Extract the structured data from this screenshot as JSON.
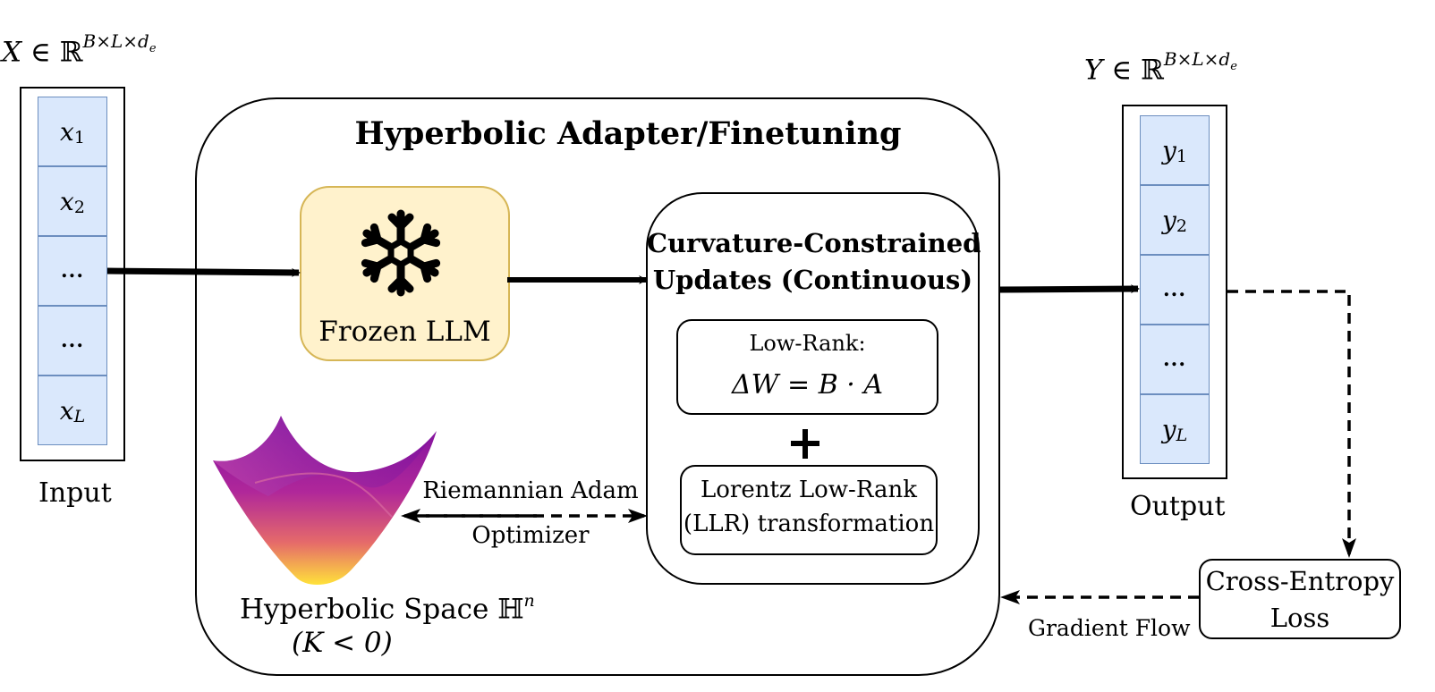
{
  "input": {
    "tensor_symbol": "X",
    "tensor_space": "∈ ℝ",
    "tensor_exp": "B×L×d",
    "tensor_exp_sub": "e",
    "cells": [
      {
        "base": "x",
        "sub": "1"
      },
      {
        "base": "x",
        "sub": "2"
      },
      {
        "base": "",
        "sub": "",
        "dots": "..."
      },
      {
        "base": "",
        "sub": "",
        "dots": "..."
      },
      {
        "base": "x",
        "sub": "L"
      }
    ],
    "label": "Input"
  },
  "output": {
    "tensor_symbol": "Y",
    "tensor_space": "∈ ℝ",
    "tensor_exp": "B×L×d",
    "tensor_exp_sub": "e",
    "cells": [
      {
        "base": "y",
        "sub": "1"
      },
      {
        "base": "y",
        "sub": "2"
      },
      {
        "base": "",
        "sub": "",
        "dots": "..."
      },
      {
        "base": "",
        "sub": "",
        "dots": "..."
      },
      {
        "base": "y",
        "sub": "L"
      }
    ],
    "label": "Output"
  },
  "adapter": {
    "title": "Hyperbolic Adapter/Finetuning"
  },
  "frozen_llm": {
    "label": "Frozen LLM",
    "icon": "snowflake-icon",
    "fill": "#fff2cc",
    "stroke": "#d6b656"
  },
  "updates": {
    "title_line1": "Curvature-Constrained",
    "title_line2": "Updates (Continuous)",
    "lowrank_title": "Low-Rank:",
    "lowrank_formula": "ΔW = B · A",
    "plus": "+",
    "llr_line1": "Lorentz Low-Rank",
    "llr_line2": "(LLR) transformation"
  },
  "hyperbolic": {
    "label": "Hyperbolic Space ℍ",
    "label_sup": "n",
    "curvature": "(K < 0)"
  },
  "optimizer": {
    "line1": "Riemannian Adam",
    "line2": "Optimizer"
  },
  "loss": {
    "line1": "Cross-Entropy",
    "line2": "Loss"
  },
  "gradient": {
    "label": "Gradient Flow"
  }
}
